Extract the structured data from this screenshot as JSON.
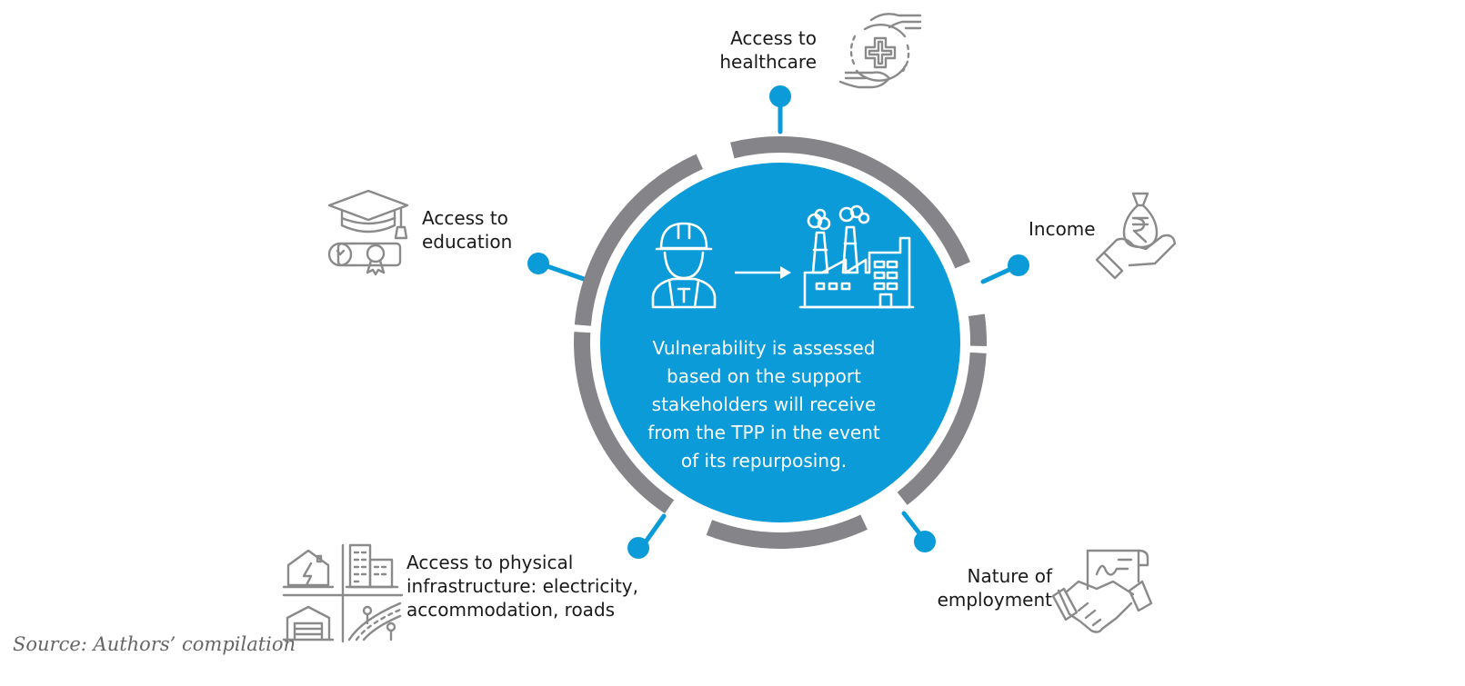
{
  "center": {
    "lines": [
      "Vulnerability is assessed",
      "based on the support",
      "stakeholders will receive",
      "from the TPP in the event",
      "of its repurposing."
    ]
  },
  "nodes": {
    "healthcare": {
      "line1": "Access to",
      "line2": "healthcare",
      "icon": "healthcare-hands-icon"
    },
    "income": {
      "line1": "Income",
      "icon": "money-bag-rupee-icon"
    },
    "employment": {
      "line1": "Nature of",
      "line2": "employment",
      "icon": "handshake-contract-icon"
    },
    "infrastructure": {
      "line1": "Access to physical",
      "line2": "infrastructure: electricity,",
      "line3": "accommodation, roads",
      "icon": "infrastructure-grid-icon"
    },
    "education": {
      "line1": "Access to",
      "line2": "education",
      "icon": "graduation-cap-icon"
    }
  },
  "source": "Source: Authors’ compilation",
  "colors": {
    "blue": "#0a9bd8",
    "ring": "#858589",
    "icon": "#8a8a8a",
    "text": "#1a1a1a"
  }
}
